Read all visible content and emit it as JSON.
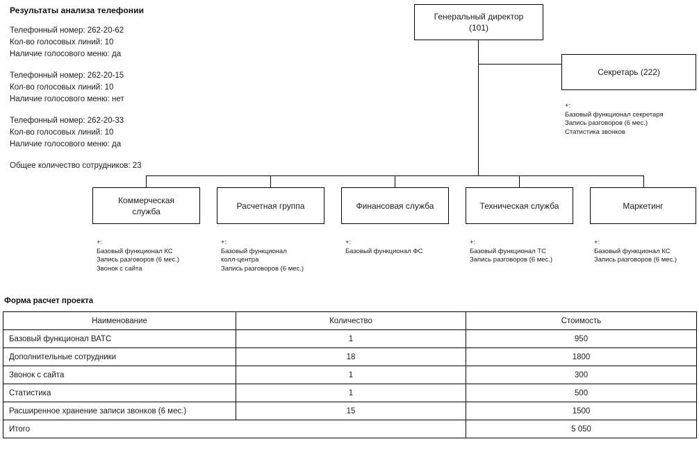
{
  "analysis": {
    "title": "Результаты анализа телефонии",
    "phone_blocks": [
      {
        "number_line": "Телефонный номер: 262-20-62",
        "lines_line": "Кол-во голосовых линий: 10",
        "menu_line": "Наличие голосового меню: да"
      },
      {
        "number_line": "Телефонный номер: 262-20-15",
        "lines_line": "Кол-во голосовых линий: 10",
        "menu_line": "Наличие голосового меню: нет"
      },
      {
        "number_line": "Телефонный номер: 262-20-33",
        "lines_line": "Кол-во голосовых линий: 10",
        "menu_line": "Наличие голосового меню: да"
      }
    ],
    "staff_total": "Общее количество сотрудников: 23"
  },
  "org_chart": {
    "director": {
      "label": "Генеральный директор\n(101)"
    },
    "secretary": {
      "label": "Секретарь (222)",
      "annotation": "+:\nБазовый функционал секретаря\nЗапись разговоров (6 мес.)\nСтатистика звонков"
    },
    "departments": [
      {
        "label": "Коммерческая\nслужба",
        "annotation": "+:\nБазовый функционал КС\nЗапись разговоров (6 мес.)\nЗвонок с сайта"
      },
      {
        "label": "Расчетная группа",
        "annotation": "+:\nБазовый функционал\nколл-центра\nЗапись разговоров (6 мес.)"
      },
      {
        "label": "Финансовая служба",
        "annotation": "+:\nБазовый функционал ФС"
      },
      {
        "label": "Техническая служба",
        "annotation": "+:\nБазовый функционал ТС\nЗапись разговоров (6 мес.)"
      },
      {
        "label": "Маркетинг",
        "annotation": "+:\nБазовый функционал КС\nЗапись разговоров (6 мес.)"
      }
    ]
  },
  "form": {
    "title": "Форма расчет проекта",
    "columns": [
      "Наименование",
      "Количество",
      "Стоимость"
    ],
    "rows": [
      {
        "name": "Базовый функционал ВАТС",
        "qty": "1",
        "cost": "950"
      },
      {
        "name": "Дополнительные сотрудники",
        "qty": "18",
        "cost": "1800"
      },
      {
        "name": "Звонок с сайта",
        "qty": "1",
        "cost": "300"
      },
      {
        "name": "Статистика",
        "qty": "1",
        "cost": "500"
      },
      {
        "name": "Расширенное хранение записи звонков (6 мес.)",
        "qty": "15",
        "cost": "1500"
      }
    ],
    "total": {
      "label": "Итого",
      "value": "5 050"
    }
  },
  "colors": {
    "border": "#000000",
    "text": "#1a1a1a",
    "background": "#ffffff"
  }
}
